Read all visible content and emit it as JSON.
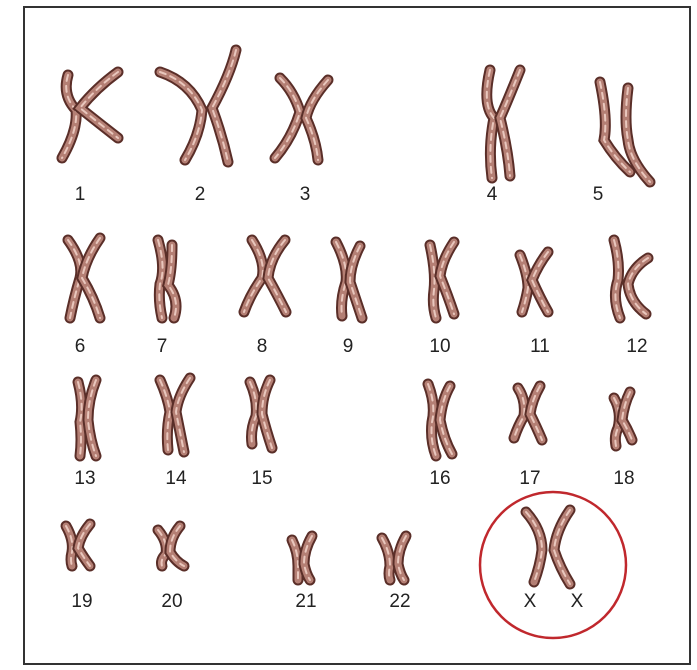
{
  "karyotype": {
    "labels": [
      "1",
      "2",
      "3",
      "4",
      "5",
      "6",
      "7",
      "8",
      "9",
      "10",
      "11",
      "12",
      "13",
      "14",
      "15",
      "16",
      "17",
      "18",
      "19",
      "20",
      "21",
      "22"
    ],
    "sex_chromosomes": {
      "labels": [
        "X",
        "X"
      ],
      "highlight_color": "#c0282d"
    }
  },
  "colors": {
    "chromosome_fill": "#b47f74",
    "chromosome_dark": "#5a2e28",
    "chromosome_light": "#e9c7bd",
    "frame": "#333333"
  }
}
